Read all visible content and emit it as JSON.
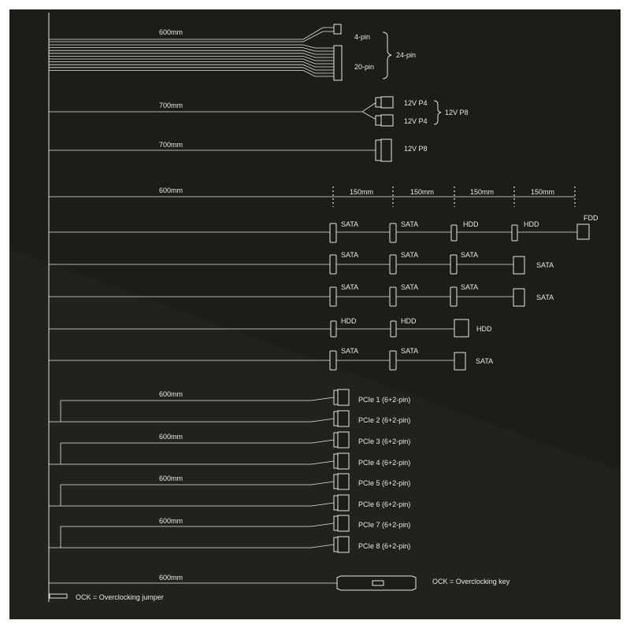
{
  "atx": {
    "length": "600mm",
    "pin4": "4-pin",
    "pin20": "20-pin",
    "pin24": "24-pin"
  },
  "cpu1": {
    "length": "700mm",
    "p4_top": "12V P4",
    "p4_bottom": "12V P4",
    "p8": "12V P8"
  },
  "cpu2": {
    "length": "700mm",
    "p8": "12V P8"
  },
  "peripheral": {
    "length": "600mm",
    "segments": [
      "150mm",
      "150mm",
      "150mm",
      "150mm"
    ]
  },
  "periph_rows": [
    {
      "labels": [
        "SATA",
        "SATA",
        "HDD",
        "HDD"
      ],
      "end": "FDD"
    },
    {
      "labels": [
        "SATA",
        "SATA",
        "SATA"
      ],
      "end": "SATA"
    },
    {
      "labels": [
        "SATA",
        "SATA",
        "SATA"
      ],
      "end": "SATA"
    },
    {
      "labels": [
        "HDD",
        "HDD"
      ],
      "end": "HDD"
    },
    {
      "labels": [
        "SATA",
        "SATA"
      ],
      "end": "SATA"
    }
  ],
  "pcie": {
    "lengths": [
      "600mm",
      "600mm",
      "600mm",
      "600mm"
    ],
    "labels": [
      "PCIe 1 (6+2-pin)",
      "PCIe 2 (6+2-pin)",
      "PCIe 3 (6+2-pin)",
      "PCIe 4 (6+2-pin)",
      "PCIe 5 (6+2-pin)",
      "PCIe 6 (6+2-pin)",
      "PCIe 7 (6+2-pin)",
      "PCIe 8 (6+2-pin)"
    ]
  },
  "ock": {
    "length": "600mm",
    "key": "OCK = Overclocking key",
    "jumper": "OCK = Overclocking jumper"
  },
  "colors": {
    "background": "#1d1c18",
    "line": "#e6e6e0",
    "frame": "#ffffff"
  }
}
